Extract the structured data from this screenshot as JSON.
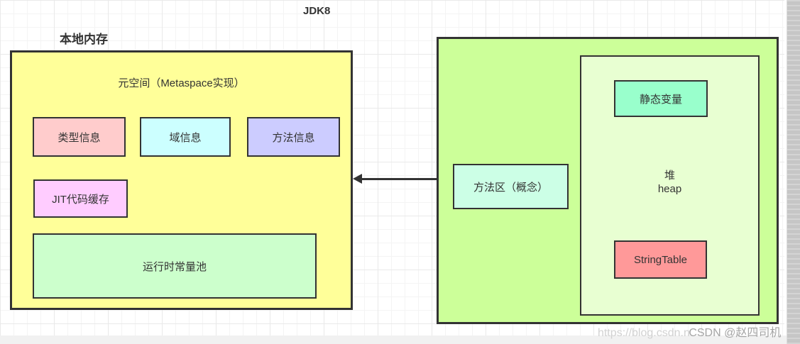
{
  "header": {
    "jdk_version_label": "JDK8",
    "local_memory_label": "本地内存"
  },
  "metaspace": {
    "title": "元空间（Metaspace实现）",
    "type_info_label": "类型信息",
    "field_info_label": "域信息",
    "method_info_label": "方法信息",
    "jit_cache_label": "JIT代码缓存",
    "runtime_constant_pool_label": "运行时常量池"
  },
  "jvm_area": {
    "method_area_label": "方法区（概念）",
    "heap": {
      "label_cn": "堆",
      "label_en": "heap",
      "static_variables_label": "静态变量",
      "string_table_label": "StringTable"
    }
  },
  "watermark": {
    "url_text": "https://blog.csdn.n",
    "credit_text": "CSDN @赵四司机"
  },
  "colors": {
    "border": "#333333",
    "metaspace_bg": "#FFFF99",
    "type_info_bg": "#FFCCCC",
    "field_info_bg": "#CCFFFF",
    "method_info_bg": "#CCCCFF",
    "jit_cache_bg": "#FFCCFF",
    "runtime_constant_pool_bg": "#CCFFCC",
    "jvm_area_bg": "#CCFF99",
    "heap_bg": "#E8FFD2",
    "static_variables_bg": "#99FFCC",
    "string_table_bg": "#FF9999",
    "method_area_bg": "#CCFFE6"
  }
}
